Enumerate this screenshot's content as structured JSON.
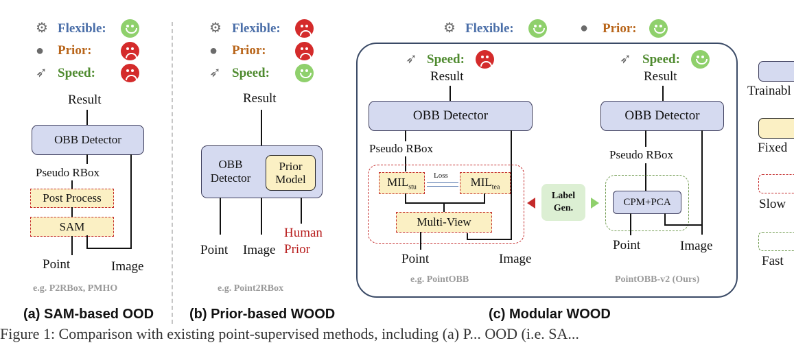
{
  "panel_a": {
    "flexible_label": "Flexible:",
    "prior_label": "Prior:",
    "speed_label": "Speed:",
    "result": "Result",
    "obb_detector": "OBB Detector",
    "pseudo_rbox": "Pseudo RBox",
    "post_process": "Post Process",
    "sam": "SAM",
    "point": "Point",
    "image": "Image",
    "example": "e.g. P2RBox, PMHO",
    "caption": "(a) SAM-based OOD",
    "faces": {
      "flexible": "happy",
      "prior": "sad",
      "speed": "sad"
    }
  },
  "panel_b": {
    "flexible_label": "Flexible:",
    "prior_label": "Prior:",
    "speed_label": "Speed:",
    "result": "Result",
    "obb_detector": "OBB Detector",
    "prior_model": "Prior Model",
    "point": "Point",
    "image": "Image",
    "human_prior": "Human Prior",
    "example": "e.g. Point2RBox",
    "caption": "(b) Prior-based WOOD",
    "faces": {
      "flexible": "sad",
      "prior": "sad",
      "speed": "happy"
    }
  },
  "panel_c": {
    "flexible_label": "Flexible:",
    "prior_label": "Prior:",
    "speed_label": "Speed:",
    "speed_label_right": "Speed:",
    "result_left": "Result",
    "result_right": "Result",
    "obb_left": "OBB Detector",
    "obb_right": "OBB Detector",
    "pseudo_left": "Pseudo RBox",
    "pseudo_right": "Pseudo RBox",
    "mil_stu": "MIL",
    "mil_stu_sub": "stu",
    "loss": "Loss",
    "mil_tea": "MIL",
    "mil_tea_sub": "tea",
    "multi_view": "Multi-View",
    "label_gen": "Label Gen.",
    "cpm_pca": "CPM+PCA",
    "point_left": "Point",
    "image_left": "Image",
    "point_right": "Point",
    "image_right": "Image",
    "example_left": "e.g. PointOBB",
    "example_right": "PointOBB-v2 (Ours)",
    "caption": "(c) Modular WOOD",
    "faces": {
      "flexible": "happy",
      "prior": "happy",
      "speed_left": "sad",
      "speed_right": "happy"
    }
  },
  "legend": {
    "trainable": "Trainabl",
    "fixed": "Fixed",
    "slow": "Slow",
    "fast": "Fast"
  },
  "footer_caption": "Figure 1: Comparison with existing point-supervised methods, including (a) P... OOD (i.e. SA...",
  "icons": {
    "flexible": "gear-icon",
    "prior": "head-icon",
    "speed": "rocket-icon"
  },
  "colors": {
    "trainable": "#d5daf0",
    "fixed": "#fbf0c4",
    "slow": "#c42a2a",
    "fast": "#6f9a4e",
    "flexible": "#4a6ea8",
    "prior": "#b8651a",
    "speed": "#4e8a2e"
  }
}
